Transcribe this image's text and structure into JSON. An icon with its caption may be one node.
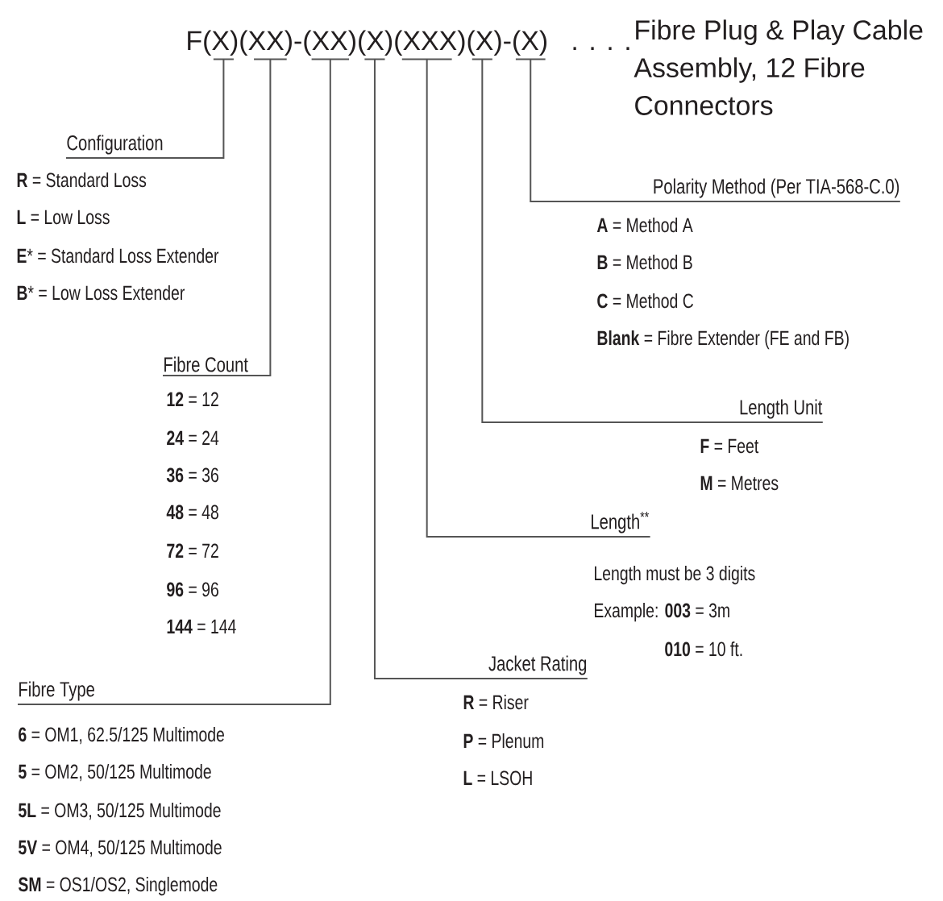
{
  "diagram": {
    "nodes": [
      {
        "text": [
          "F(X)(XX)-(XX)(X)(XXX)(X)-(X)"
        ]
      },
      {
        "text": [
          "Configuration"
        ]
      },
      {
        "text": [
          "Polarity Method (Per TIA-568-C.0)"
        ]
      },
      {
        "text": [
          "Fibre Count"
        ]
      },
      {
        "text": [
          "Length Unit"
        ]
      },
      {
        "text": [
          "Length$^{**}$"
        ]
      },
      {
        "text": [
          "Jacket Rating"
        ]
      },
      {
        "text": [
          "Fibre Type"
        ]
      }
    ],
    "edges": [
      {
        "from": 1,
        "to": 0,
        "arrow": "none"
      },
      {
        "from": 2,
        "to": 0,
        "arrow": "none"
      },
      {
        "from": 3,
        "to": 0,
        "arrow": "none"
      },
      {
        "from": 4,
        "to": 0,
        "arrow": "none"
      },
      {
        "from": 5,
        "to": 0,
        "arrow": "none"
      },
      {
        "from": 6,
        "to": 0,
        "arrow": "none"
      },
      {
        "from": 7,
        "to": 0,
        "arrow": "none"
      }
    ],
    "labels": [
      ". . . .",
      "Fibre Plug & Play Cable Assembly, 12 Fibre Connectors",
      "**R** = Standard Loss",
      "**L** = Low Loss",
      "**E*** = Standard Loss Extender",
      "**B*** = Low Loss Extender",
      "**12** = 12",
      "**24** = 24",
      "**36** = 36",
      "**48** = 48",
      "**72** = 72",
      "**96** = 96",
      "**144** = 144",
      "**A** = Method A",
      "**B** = Method B",
      "**C** = Method C",
      "**Blank** = Fibre Extender (FE and FB)",
      "**F** = Feet",
      "**M** = Metres",
      "Length must be 3 digits",
      "Example: **003** = 3m",
      "**010** = 10 ft.",
      "**R** = Riser",
      "**P** = Plenum",
      "**L** = LSOH",
      "**6** = OM1, 62.5/125 Multimode",
      "**5** = OM2, 50/125 Multimode",
      "**5L** = OM3, 50/125 Multimode",
      "**5V** = OM4, 50/125 Multimode",
      "**SM** = OS1/OS2, Singlemode"
    ]
  }
}
